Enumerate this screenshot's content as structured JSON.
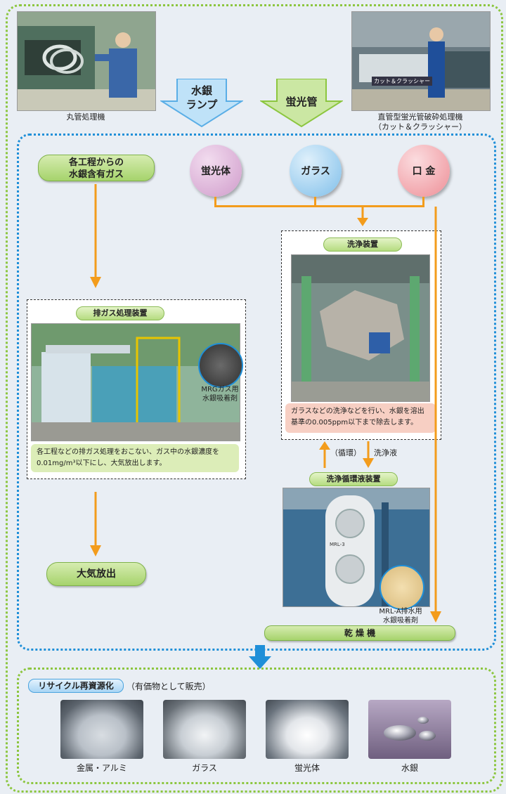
{
  "top": {
    "left_caption": "丸管処理機",
    "right_caption_line1": "直管型蛍光管破砕処理機",
    "right_caption_line2": "（カット＆クラッシャー）",
    "arrow_left_line1": "水銀",
    "arrow_left_line2": "ランプ",
    "arrow_right": "蛍光管",
    "machine_sign": "カット＆クラッシャー"
  },
  "gas_source_line1": "各工程からの",
  "gas_source_line2": "水銀含有ガス",
  "materials": [
    "蛍光体",
    "ガラス",
    "口 金"
  ],
  "exhaust": {
    "title": "排ガス処理装置",
    "adsorbent_line1": "MRGガス用",
    "adsorbent_line2": "水銀吸着剤",
    "desc_line1": "各工程などの排ガス処理をおこない、ガス中の水銀濃度を",
    "desc_line2": "0.01mg/m³以下にし、大気放出します。"
  },
  "release": "大気放出",
  "wash": {
    "title": "洗浄装置",
    "desc_line1": "ガラスなどの洗浄などを行い、水銀を溶出",
    "desc_line2": "基準の0.005ppm以下まで除去します。"
  },
  "cycle_label": "（循環）",
  "wash_liquid_label": "洗浄液",
  "circ": {
    "title": "洗浄循環液装置",
    "adsorbent_line1": "MRL-A排水用",
    "adsorbent_line2": "水銀吸着剤",
    "tank_label": "MRL-3"
  },
  "dryer": "乾 燥 機",
  "recycle": {
    "title": "リサイクル再資源化",
    "subtitle": "（有価物として販売）",
    "products": [
      "金属・アルミ",
      "ガラス",
      "蛍光体",
      "水銀"
    ]
  },
  "colors": {
    "green_border": "#8cc63f",
    "blue_border": "#1f8fd8",
    "orange_arrow": "#f39c1c",
    "purple_circle": "#d9a6d4",
    "blue_circle": "#8cc6ee",
    "pink_circle": "#f2a0a6",
    "note_green": "#dcedb8",
    "note_pink": "#f7cfc3"
  }
}
